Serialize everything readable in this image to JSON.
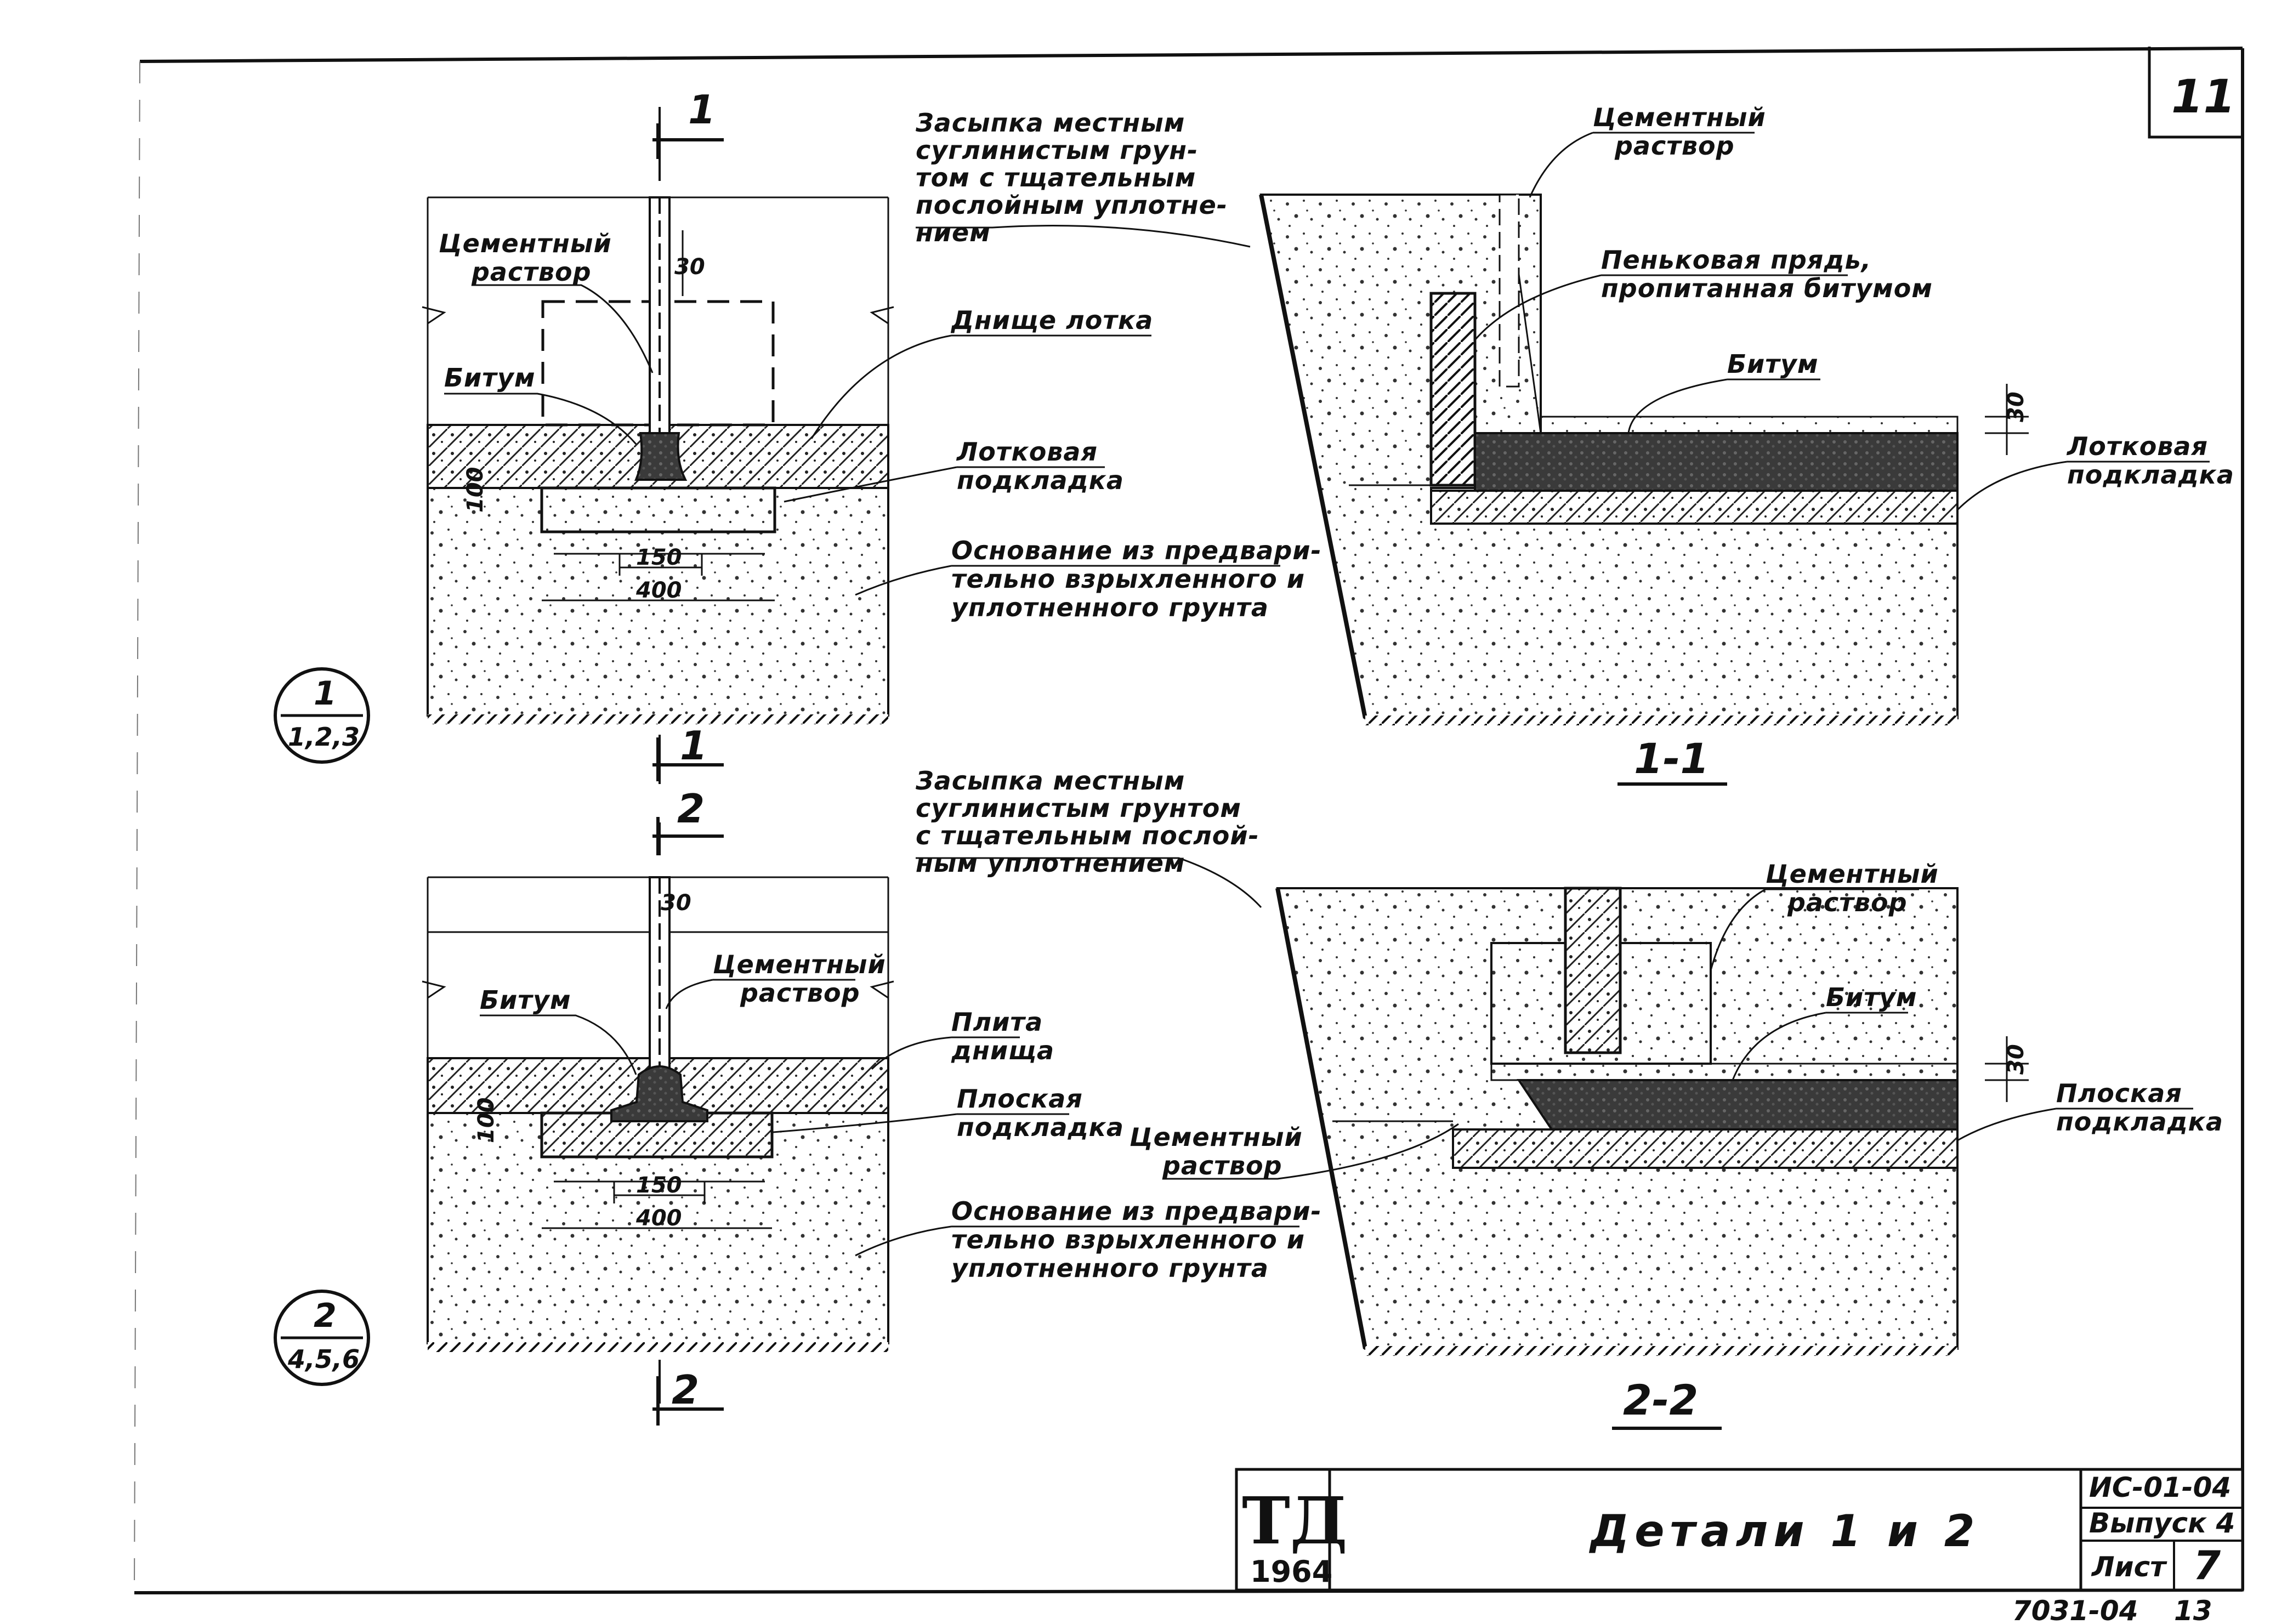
{
  "sheet": {
    "page_number": "11",
    "code": "ИС-01-04",
    "issue": "Выпуск 4",
    "sheet_label": "Лист",
    "sheet_no": "7",
    "doc_no": "7031-04",
    "doc_page": "13",
    "logo_text": "ТД",
    "logo_year": "1964",
    "title": "Детали 1 и 2"
  },
  "detail1": {
    "bubble_num": "1",
    "bubble_sheets": "1,2,3",
    "cut_label": "1",
    "dims": {
      "d30": "30",
      "d150": "150",
      "d400": "400",
      "d100": "100"
    },
    "labels": {
      "cement": [
        "Цементный",
        "раствор"
      ],
      "bitumen": "Битум",
      "tray_bottom": "Днище лотка",
      "tray_pad": [
        "Лотковая",
        "подкладка"
      ],
      "base": [
        "Основание из предвари-",
        "тельно взрыхленного и",
        "уплотненного грунта"
      ],
      "backfill": [
        "Засыпка местным",
        "суглинистым грун-",
        "том с тщательным",
        "послойным уплотне-",
        "нием"
      ]
    }
  },
  "section1": {
    "title": "1-1",
    "dims": {
      "d30": "30"
    },
    "labels": {
      "cement": [
        "Цементный",
        "раствор"
      ],
      "hemp": [
        "Пеньковая прядь,",
        "пропитанная битумом"
      ],
      "bitumen": "Битум",
      "tray_pad": [
        "Лотковая",
        "подкладка"
      ]
    }
  },
  "detail2": {
    "bubble_num": "2",
    "bubble_sheets": "4,5,6",
    "cut_label": "2",
    "dims": {
      "d30": "30",
      "d150": "150",
      "d400": "400",
      "d100": "100"
    },
    "labels": {
      "bitumen": "Битум",
      "cement": [
        "Цементный",
        "раствор"
      ],
      "slab": [
        "Плита",
        "днища"
      ],
      "flat_pad": [
        "Плоская",
        "подкладка"
      ],
      "base": [
        "Основание из предвари-",
        "тельно взрыхленного и",
        "уплотненного грунта"
      ],
      "backfill": [
        "Засыпка местным",
        "суглинистым грунтом",
        "с тщательным послой-",
        "ным уплотнением"
      ]
    }
  },
  "section2": {
    "title": "2-2",
    "dims": {
      "d30": "30"
    },
    "labels": {
      "cement_top": [
        "Цементный",
        "раствор"
      ],
      "bitumen": "Битум",
      "flat_pad": [
        "Плоская",
        "подкладка"
      ],
      "cement_left": [
        "Цементный",
        "раствор"
      ]
    }
  }
}
